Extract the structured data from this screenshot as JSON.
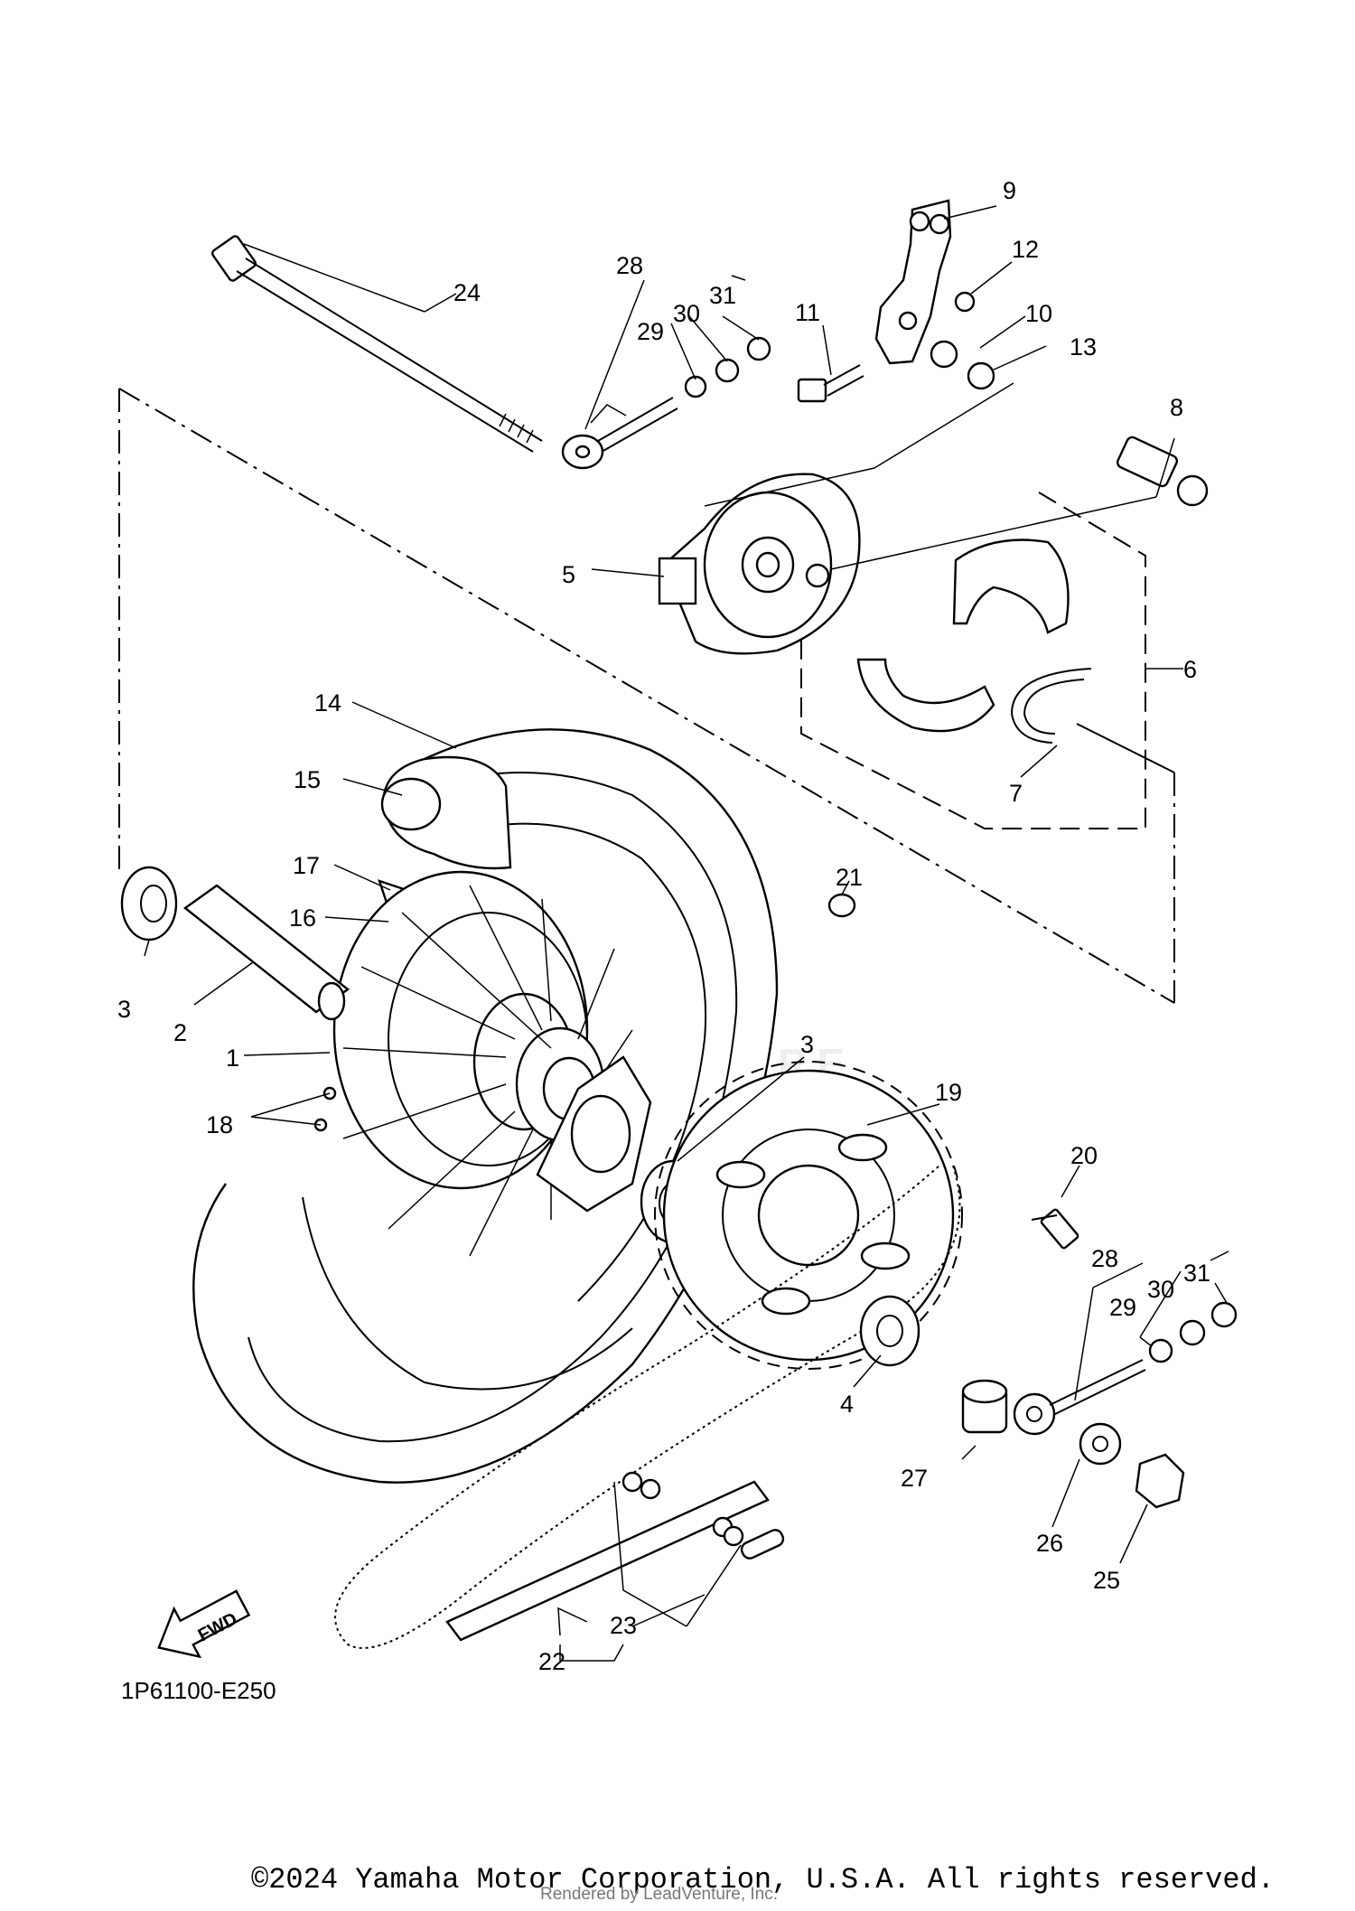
{
  "diagram": {
    "plate_code": "1P61100-E250",
    "fwd_label": "FWD",
    "copyright": "©2024 Yamaha Motor Corporation, U.S.A. All rights reserved.",
    "rendered_by": "Rendered by LeadVenture, Inc.",
    "watermark": "LEADVENTURE",
    "callouts": {
      "c1": "1",
      "c2": "2",
      "c3a": "3",
      "c3b": "3",
      "c4": "4",
      "c5": "5",
      "c6": "6",
      "c7": "7",
      "c8": "8",
      "c9": "9",
      "c10": "10",
      "c11": "11",
      "c12": "12",
      "c13": "13",
      "c14": "14",
      "c15": "15",
      "c16": "16",
      "c17": "17",
      "c18": "18",
      "c19": "19",
      "c20": "20",
      "c21": "21",
      "c22": "22",
      "c23": "23",
      "c24": "24",
      "c25": "25",
      "c26": "26",
      "c27": "27",
      "c28a": "28",
      "c29a": "29",
      "c30a": "30",
      "c31a": "31",
      "c28b": "28",
      "c29b": "29",
      "c30b": "30",
      "c31b": "31"
    }
  }
}
